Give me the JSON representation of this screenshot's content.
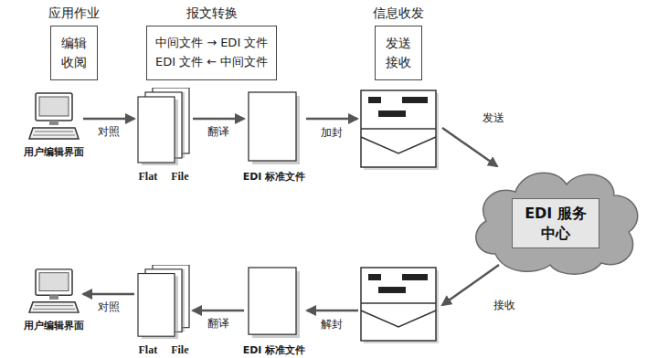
{
  "diagram": {
    "nodes": [
      {
        "text": [
          "应用作业",
          "编辑 收阅"
        ]
      },
      {
        "text": [
          "报文转换",
          "中间文件 → EDI 文件",
          "EDI 文件 ← 中间文件"
        ]
      },
      {
        "text": [
          "信息收发",
          "发送 接收"
        ]
      },
      {
        "text": [
          "用户编辑界面"
        ]
      },
      {
        "text": [
          "Flat File"
        ]
      },
      {
        "text": [
          "EDI 标准文件"
        ]
      },
      {
        "text": [
          "EDI 服务 中心"
        ]
      },
      {
        "text": [
          "用户编辑界面"
        ]
      },
      {
        "text": [
          "Flat File"
        ]
      },
      {
        "text": [
          "EDI 标准文件"
        ]
      }
    ],
    "edges": [
      {
        "from": 3,
        "to": 4,
        "label": "对照",
        "arrow": "to"
      },
      {
        "from": 4,
        "to": 5,
        "label": "翻译",
        "arrow": "to"
      },
      {
        "from": 9,
        "to": 8,
        "label": "翻译",
        "arrow": "to"
      },
      {
        "from": 8,
        "to": 7,
        "label": "对照",
        "arrow": "to"
      }
    ],
    "labels": [
      "加封",
      "发送",
      "解封",
      "接收"
    ]
  }
}
